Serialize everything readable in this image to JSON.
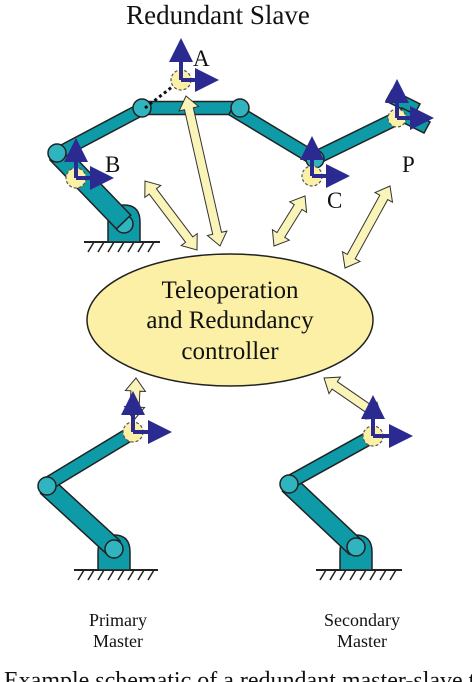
{
  "title": "Redundant Slave",
  "controller_label": [
    "Teleoperation",
    "and Redundancy",
    "controller"
  ],
  "point_labels": {
    "a": "A",
    "b": "B",
    "c": "C",
    "p": "P"
  },
  "masters": {
    "primary": [
      "Primary",
      "Master"
    ],
    "secondary": [
      "Secondary",
      "Master"
    ]
  },
  "caption_fragment": "Example schematic of a redundant master-slave teleoperation system",
  "colors": {
    "arm": "#0e9aa6",
    "arm_dark": "#0a6f79",
    "joint_fill": "#2fb4c0",
    "ellipse_fill": "#fbf0a6",
    "arrow_fill": "#fbf4b8",
    "frame_axis": "#2a2a90",
    "stroke": "#222222"
  }
}
